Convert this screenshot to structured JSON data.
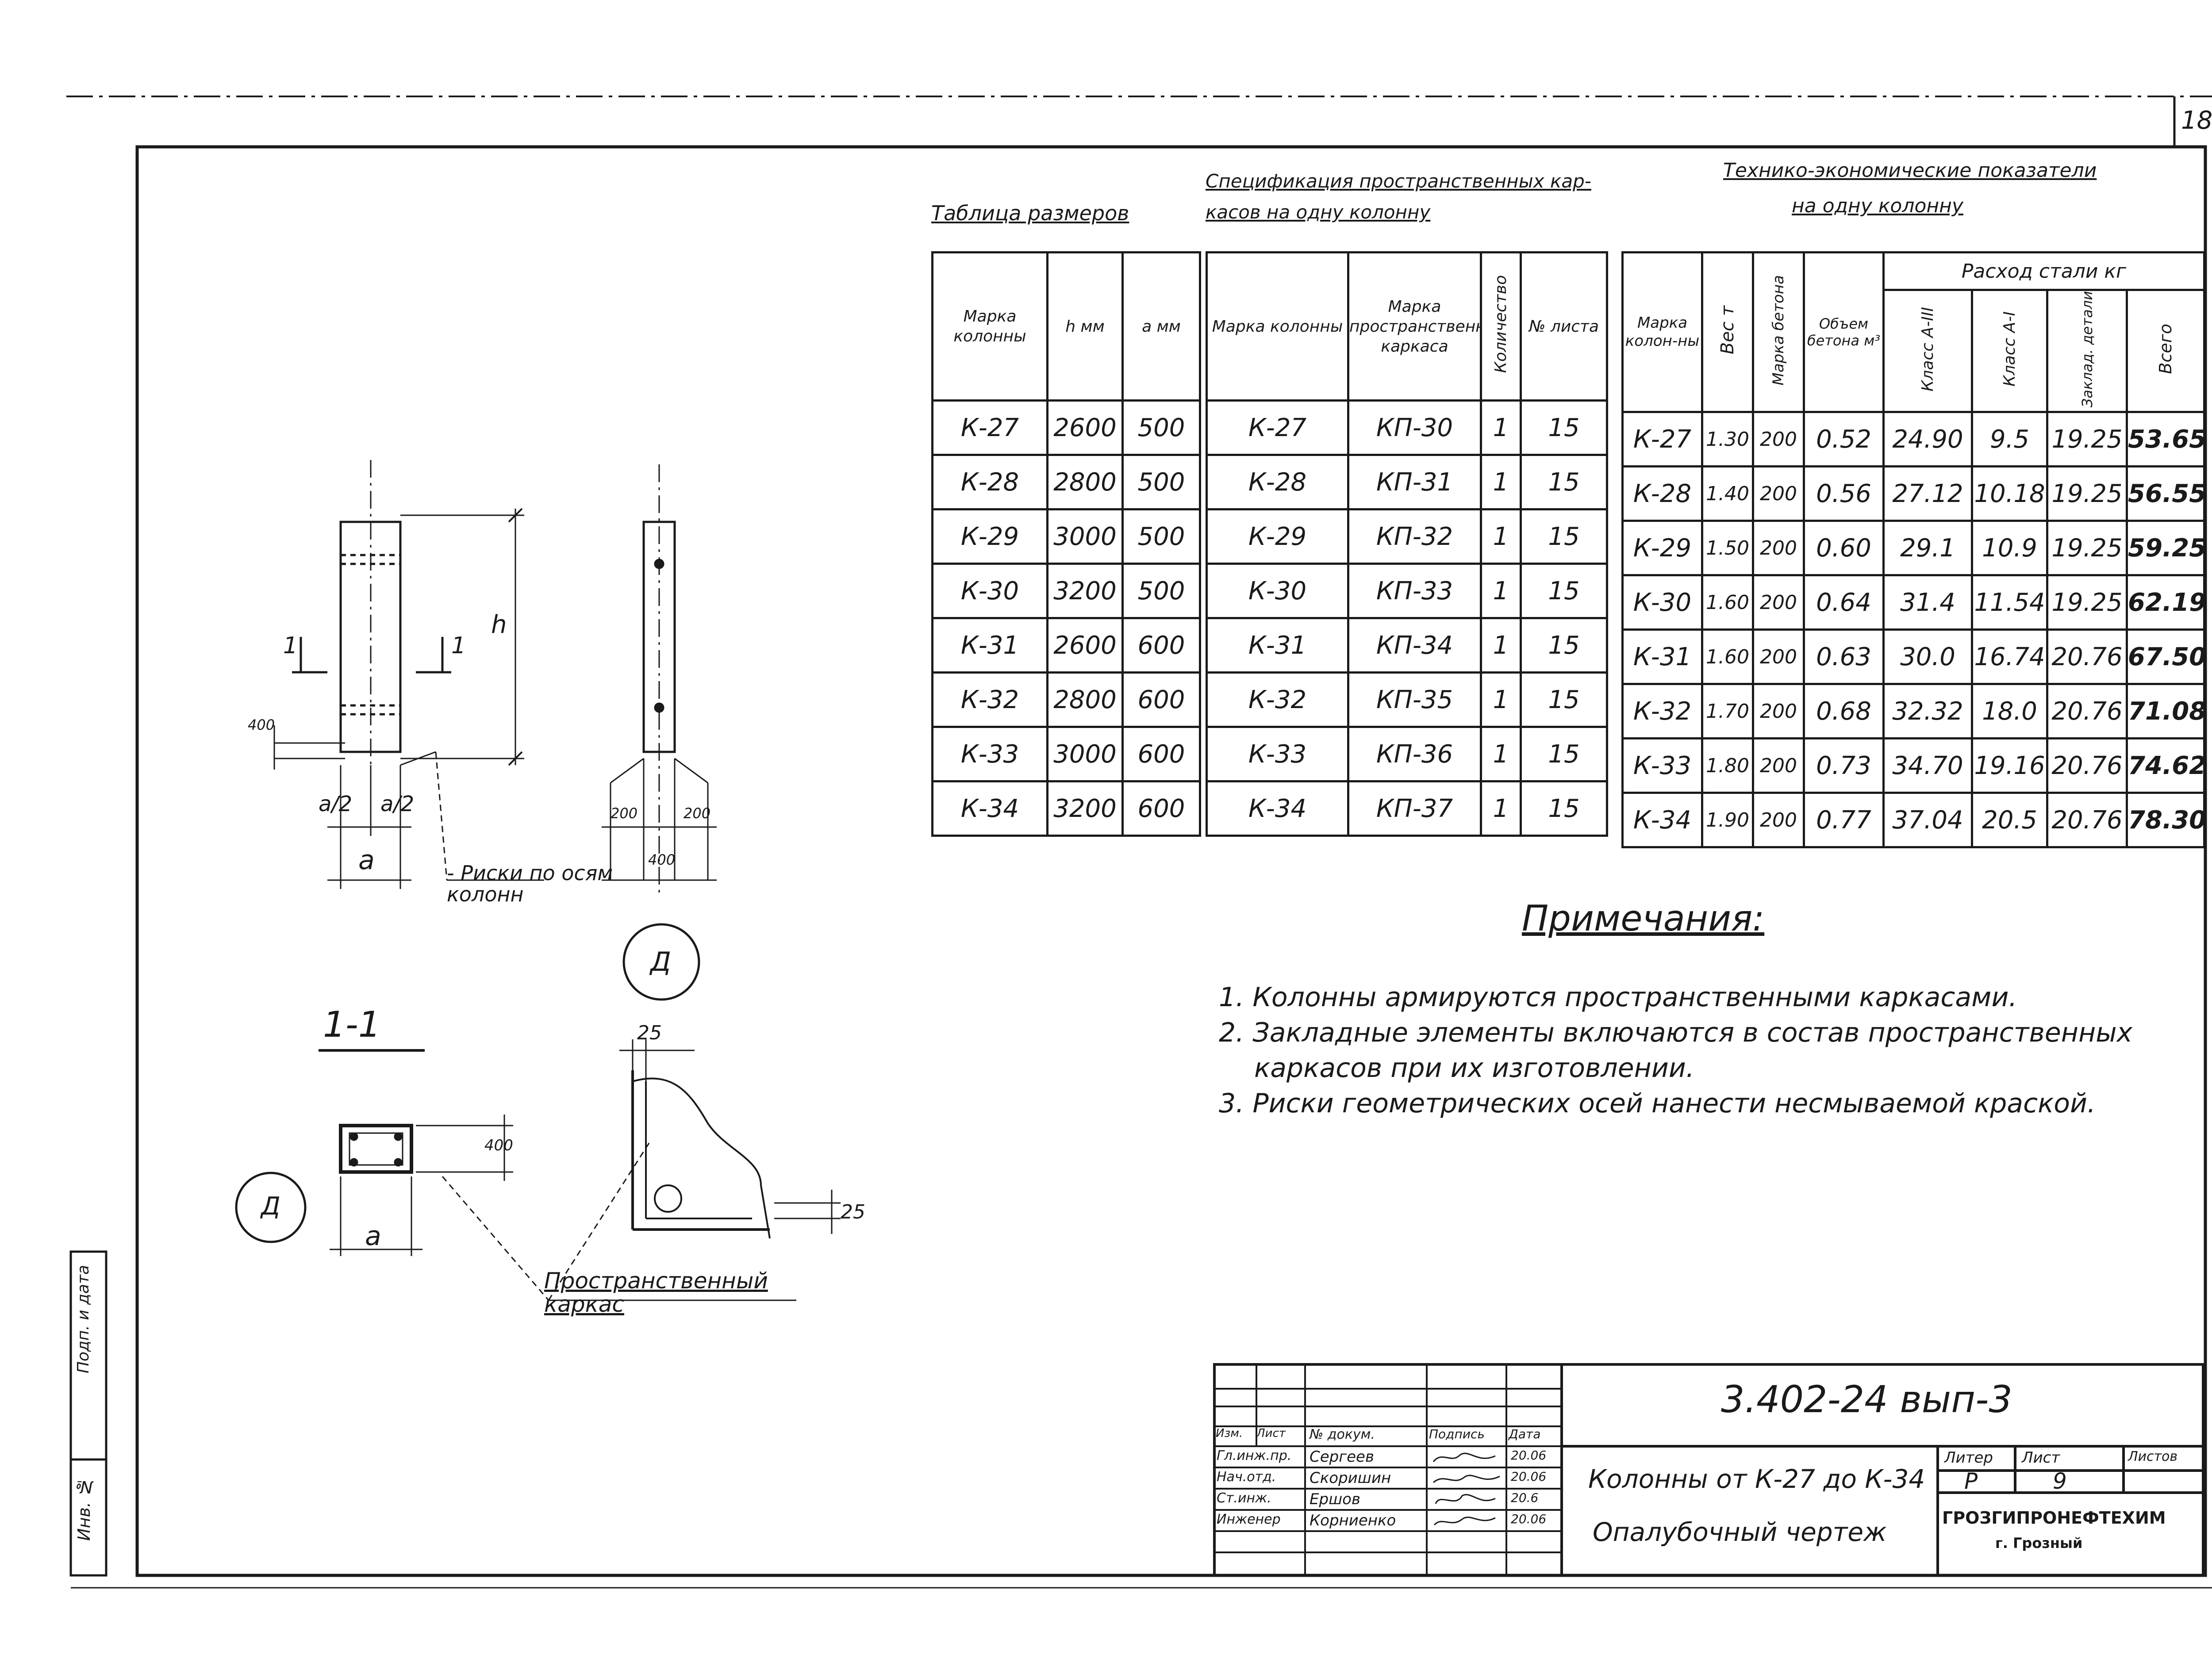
{
  "page": {
    "sheet_number": "18"
  },
  "section_label": "1-1",
  "callout_letter": "Д",
  "drawing": {
    "dim_h": "h",
    "dim_a": "a",
    "dim_a_half_left": "a/2",
    "dim_a_half_right": "a/2",
    "dim_400_left": "400",
    "dim_200_left": "200",
    "dim_200_right": "200",
    "dim_400_bottom": "400",
    "dim_400_section": "400",
    "dim_25_top": "25",
    "dim_25_right": "25",
    "cut_mark_left": "1",
    "cut_mark_right": "1",
    "marks_label": "- Риски по осям колонн",
    "frame_label": "Пространственный каркас"
  },
  "sizes_table": {
    "title": "Таблица размеров",
    "headers": [
      "Марка колонны",
      "h мм",
      "а мм"
    ],
    "rows": [
      [
        "К-27",
        "2600",
        "500"
      ],
      [
        "К-28",
        "2800",
        "500"
      ],
      [
        "К-29",
        "3000",
        "500"
      ],
      [
        "К-30",
        "3200",
        "500"
      ],
      [
        "К-31",
        "2600",
        "600"
      ],
      [
        "К-32",
        "2800",
        "600"
      ],
      [
        "К-33",
        "3000",
        "600"
      ],
      [
        "К-34",
        "3200",
        "600"
      ]
    ]
  },
  "spec_table": {
    "title_line1": "Спецификация пространственных кар-",
    "title_line2": "касов на одну колонну",
    "headers": [
      "Марка колонны",
      "Марка пространственного каркаса",
      "Количество",
      "№ листа"
    ],
    "rows": [
      [
        "К-27",
        "КП-30",
        "1",
        "15"
      ],
      [
        "К-28",
        "КП-31",
        "1",
        "15"
      ],
      [
        "К-29",
        "КП-32",
        "1",
        "15"
      ],
      [
        "К-30",
        "КП-33",
        "1",
        "15"
      ],
      [
        "К-31",
        "КП-34",
        "1",
        "15"
      ],
      [
        "К-32",
        "КП-35",
        "1",
        "15"
      ],
      [
        "К-33",
        "КП-36",
        "1",
        "15"
      ],
      [
        "К-34",
        "КП-37",
        "1",
        "15"
      ]
    ]
  },
  "tech_table": {
    "title_line1": "Технико-экономические показатели",
    "title_line2": "на одну колонну",
    "steel_group": "Расход стали кг",
    "headers": [
      "Марка колон-ны",
      "Вес т",
      "Марка бетона",
      "Объем бетона м³",
      "Класс А-III",
      "Класс А-I",
      "Заклад. детали",
      "Всего"
    ],
    "rows": [
      [
        "К-27",
        "1.30",
        "200",
        "0.52",
        "24.90",
        "9.5",
        "19.25",
        "53.65"
      ],
      [
        "К-28",
        "1.40",
        "200",
        "0.56",
        "27.12",
        "10.18",
        "19.25",
        "56.55"
      ],
      [
        "К-29",
        "1.50",
        "200",
        "0.60",
        "29.1",
        "10.9",
        "19.25",
        "59.25"
      ],
      [
        "К-30",
        "1.60",
        "200",
        "0.64",
        "31.4",
        "11.54",
        "19.25",
        "62.19"
      ],
      [
        "К-31",
        "1.60",
        "200",
        "0.63",
        "30.0",
        "16.74",
        "20.76",
        "67.50"
      ],
      [
        "К-32",
        "1.70",
        "200",
        "0.68",
        "32.32",
        "18.0",
        "20.76",
        "71.08"
      ],
      [
        "К-33",
        "1.80",
        "200",
        "0.73",
        "34.70",
        "19.16",
        "20.76",
        "74.62"
      ],
      [
        "К-34",
        "1.90",
        "200",
        "0.77",
        "37.04",
        "20.5",
        "20.76",
        "78.30"
      ]
    ]
  },
  "notes": {
    "title": "Примечания:",
    "items": [
      "1. Колонны армируются пространственными каркасами.",
      "2. Закладные элементы включаются в состав пространственных",
      "каркасов при их изготовлении.",
      "3. Риски геометрических осей нанести несмываемой краской."
    ]
  },
  "title_block": {
    "doc_code": "3.402-24 вып-3",
    "header_cols": [
      "Изм.",
      "Лист",
      "№ докум.",
      "Подпись",
      "Дата"
    ],
    "people": [
      {
        "role": "Гл.инж.пр.",
        "name": "Сергеев",
        "date": "20.06"
      },
      {
        "role": "Нач.отд.",
        "name": "Скоришин",
        "date": "20.06"
      },
      {
        "role": "Ст.инж.",
        "name": "Ершов",
        "date": "20.6"
      },
      {
        "role": "Инженер",
        "name": "Корниенко",
        "date": "20.06"
      }
    ],
    "doc_title_line1": "Колонны от К-27 до К-34",
    "doc_title_line2": "Опалубочный чертеж",
    "litera_label": "Литер",
    "sheet_label": "Лист",
    "sheets_label": "Листов",
    "litera": "Р",
    "sheet": "9",
    "org_line1": "ГРОЗГИПРОНЕФТЕХИМ",
    "org_line2": "г. Грозный"
  },
  "side_stamp": {
    "label1": "Инв. №",
    "label2": "Подп. и дата"
  }
}
